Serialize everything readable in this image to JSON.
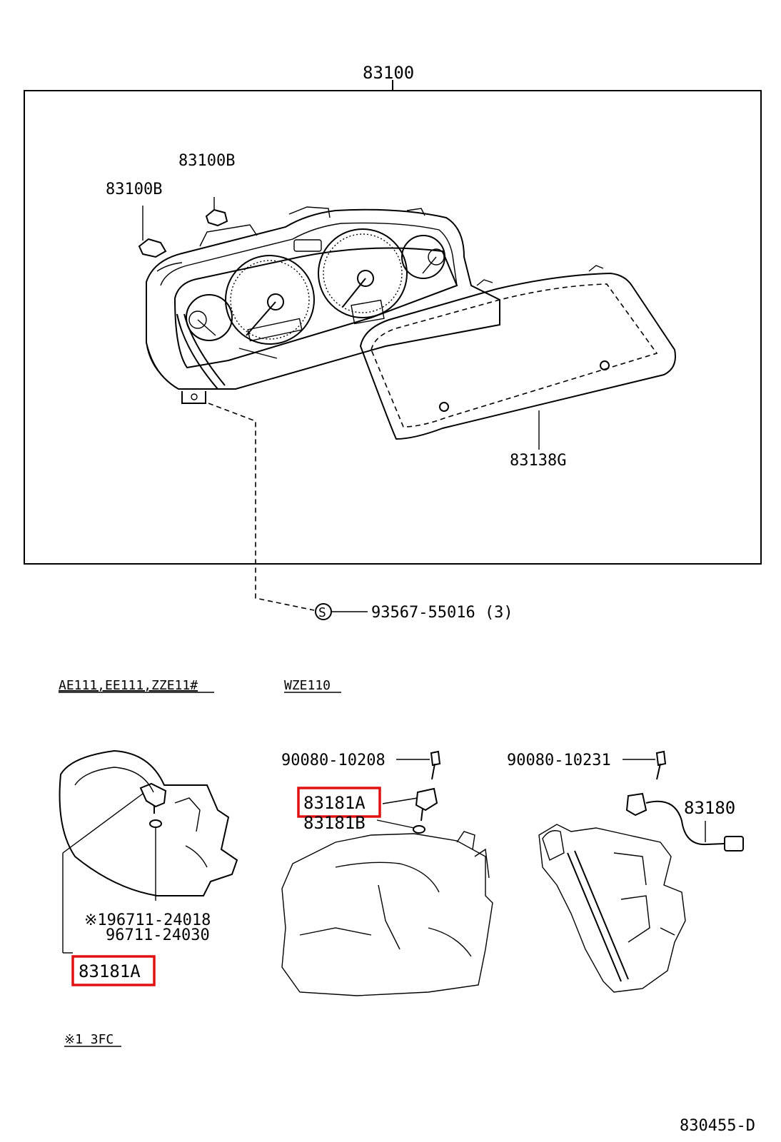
{
  "diagram": {
    "parts": {
      "assembly": "83100",
      "clip_right": "83100B",
      "clip_left": "83100B",
      "glass": "83138G",
      "screw": "93567-55016 (3)",
      "screw_symbol": "S",
      "bolt_mid": "90080-10208",
      "sensor_mid": "83181A",
      "oring_mid": "83181B",
      "bolt_right": "90080-10231",
      "sensor_right": "83180",
      "gear_note_1": "※196711-24018",
      "gear_note_2": "96711-24030",
      "sensor_left": "83181A"
    },
    "sections": {
      "left_models": "AE111,EE111,ZZE11#",
      "right_models": "WZE110"
    },
    "footnote": "※1 3FC",
    "figure_code": "830455-D",
    "highlight_color": "#e01010"
  }
}
